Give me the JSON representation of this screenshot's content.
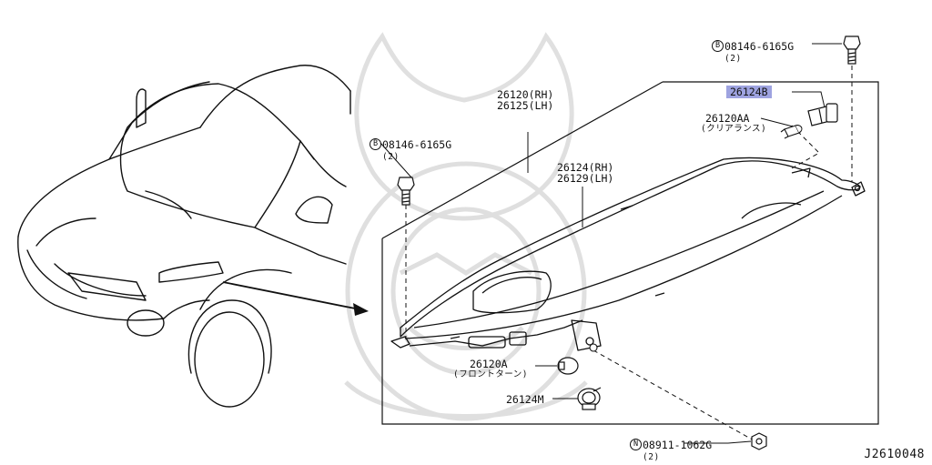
{
  "diagram_id": "J2610048",
  "colors": {
    "line": "#111111",
    "highlight": "#9ea3e0",
    "watermark": "#d8d8d8"
  },
  "labels": {
    "bolt_top": {
      "circle": "B",
      "part": "08146-6165G",
      "qty": "(2)"
    },
    "bolt_left": {
      "circle": "B",
      "part": "08146-6165G",
      "qty": "(2)"
    },
    "nut_bottom": {
      "circle": "N",
      "part": "08911-1062G",
      "qty": "(2)"
    },
    "lamp_assy": {
      "rh": "26120(RH)",
      "lh": "26125(LH)"
    },
    "lens": {
      "rh": "26124(RH)",
      "lh": "26129(LH)"
    },
    "socket_top": {
      "part": "26124B"
    },
    "clearance_bulb": {
      "part": "26120AA",
      "note": "(クリアランス)"
    },
    "front_turn_bulb": {
      "part": "26120A",
      "note": "(フロントターン)"
    },
    "socket_bottom": {
      "part": "26124M"
    }
  }
}
